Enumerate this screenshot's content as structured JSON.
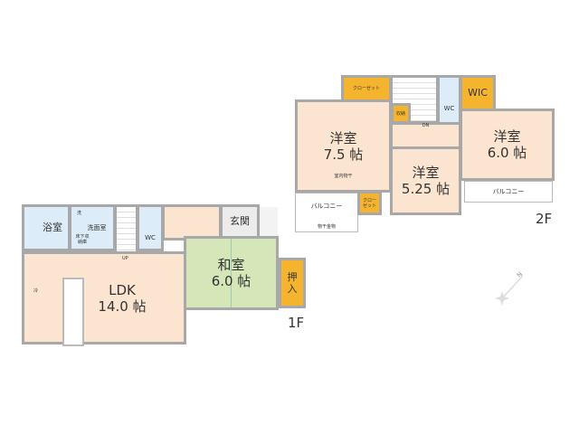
{
  "floor1": {
    "label": "1F",
    "rooms": {
      "bath": "浴室",
      "washroom": "洗面室",
      "wash": "洗",
      "underfloor": "床下収納庫",
      "wc": "WC",
      "stairs_up": "UP",
      "entrance": "玄関",
      "ldk_name": "LDK",
      "ldk_size": "14.0 帖",
      "fridge": "冷",
      "washitsu_name": "和室",
      "washitsu_size": "6.0 帖",
      "oshiire": "押入"
    }
  },
  "floor2": {
    "label": "2F",
    "rooms": {
      "closet1": "クローゼット",
      "storage": "収納",
      "stairs_dn": "DN",
      "wc": "WC",
      "wic": "WIC",
      "room1_name": "洋室",
      "room1_size": "7.5 帖",
      "drying": "室内物干",
      "room2_name": "洋室",
      "room2_size": "5.25 帖",
      "room3_name": "洋室",
      "room3_size": "6.0 帖",
      "balcony_left": "バルコニー",
      "balcony_right": "バルコニー",
      "closet2": "クローゼット",
      "drying_hardware": "物干金物"
    }
  },
  "compass": {
    "label": "N"
  },
  "colors": {
    "room": "#fbe5d0",
    "wet": "#dcecf8",
    "tatami": "#d5e7b8",
    "storage": "#f4b42e",
    "wall": "#a8a8a8"
  }
}
